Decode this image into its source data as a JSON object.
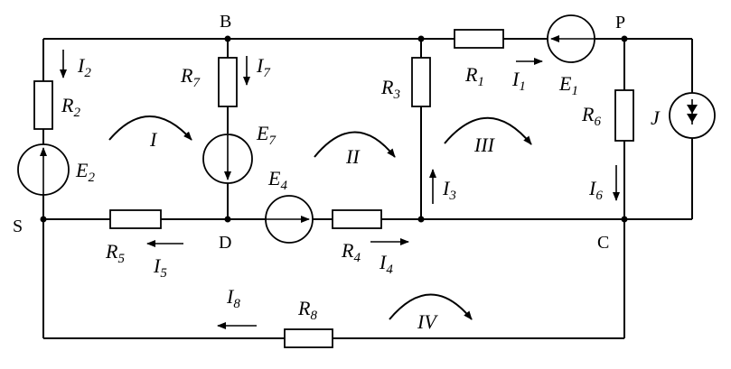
{
  "nodes": {
    "B": "B",
    "P": "P",
    "S": "S",
    "D": "D",
    "C": "C"
  },
  "resistors": {
    "R1": {
      "base": "R",
      "sub": "1"
    },
    "R2": {
      "base": "R",
      "sub": "2"
    },
    "R3": {
      "base": "R",
      "sub": "3"
    },
    "R4": {
      "base": "R",
      "sub": "4"
    },
    "R5": {
      "base": "R",
      "sub": "5"
    },
    "R6": {
      "base": "R",
      "sub": "6"
    },
    "R7": {
      "base": "R",
      "sub": "7"
    },
    "R8": {
      "base": "R",
      "sub": "8"
    }
  },
  "sources": {
    "E1": {
      "base": "E",
      "sub": "1"
    },
    "E2": {
      "base": "E",
      "sub": "2"
    },
    "E4": {
      "base": "E",
      "sub": "4"
    },
    "E7": {
      "base": "E",
      "sub": "7"
    },
    "J": {
      "base": "J"
    }
  },
  "currents": {
    "I1": {
      "base": "I",
      "sub": "1"
    },
    "I2": {
      "base": "I",
      "sub": "2"
    },
    "I3": {
      "base": "I",
      "sub": "3"
    },
    "I4": {
      "base": "I",
      "sub": "4"
    },
    "I5": {
      "base": "I",
      "sub": "5"
    },
    "I6": {
      "base": "I",
      "sub": "6"
    },
    "I7": {
      "base": "I",
      "sub": "7"
    },
    "I8": {
      "base": "I",
      "sub": "8"
    }
  },
  "loops": {
    "I": "I",
    "II": "II",
    "III": "III",
    "IV": "IV"
  },
  "colors": {
    "ink": "#000000",
    "background": "#ffffff"
  }
}
